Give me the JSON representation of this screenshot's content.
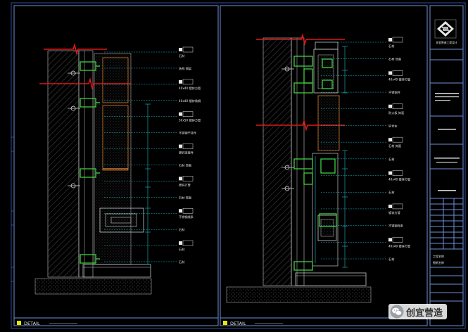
{
  "colors": {
    "frame": "#2d4f9a",
    "frame2": "#6f8fd8",
    "wall": "#c8c8c8",
    "green": "#3fd03f",
    "cyan": "#23b9c9",
    "red": "#e01818",
    "orange": "#d2762a",
    "yellow": "#e6e600",
    "text": "#e8e8e8"
  },
  "title_block": {
    "company_name": "创宜营造工程设计",
    "rows": [
      "工程名称",
      "图纸名称"
    ]
  },
  "detail_labels": {
    "left": "DETAIL",
    "right": "DETAIL"
  },
  "left_detail": {
    "callouts": [
      {
        "tag": "",
        "text": "石材"
      },
      {
        "tag": "",
        "text": "结构 钢架"
      },
      {
        "tag": "",
        "text": "40x40 镀锌方管"
      },
      {
        "tag": "",
        "text": "40x40 镀锌角钢"
      },
      {
        "tag": "",
        "text": "50x50 镀锌方管"
      },
      {
        "tag": "",
        "text": "不锈钢干挂件"
      },
      {
        "tag": "",
        "text": "镀锌连接件"
      },
      {
        "tag": "",
        "text": "石材 饰面"
      },
      {
        "tag": "",
        "text": "镀锌方管"
      },
      {
        "tag": "",
        "text": "石材 饰面"
      },
      {
        "tag": "",
        "text": "不锈钢线条"
      },
      {
        "tag": "",
        "text": "石材"
      },
      {
        "tag": "",
        "text": "石材"
      },
      {
        "tag": "",
        "text": "石材"
      }
    ]
  },
  "right_detail": {
    "callouts": [
      {
        "tag": "",
        "text": "石材"
      },
      {
        "tag": "",
        "text": "石材 饰面"
      },
      {
        "tag": "",
        "text": "40x40 镀锌方管"
      },
      {
        "tag": "",
        "text": "不锈钢件"
      },
      {
        "tag": "",
        "text": "防火板 饰面"
      },
      {
        "tag": "",
        "text": "铝合金"
      },
      {
        "tag": "",
        "text": "石材 饰面"
      },
      {
        "tag": "",
        "text": "石材"
      },
      {
        "tag": "",
        "text": "40x40 镀锌方管"
      },
      {
        "tag": "",
        "text": "石材"
      },
      {
        "tag": "",
        "text": "镀锌方管"
      },
      {
        "tag": "",
        "text": "不锈钢饰条"
      },
      {
        "tag": "",
        "text": "40x40 镀锌方管"
      },
      {
        "tag": "",
        "text": "石材"
      }
    ]
  },
  "watermark": {
    "icon": "wechat-icon",
    "text": "创宜营造"
  }
}
